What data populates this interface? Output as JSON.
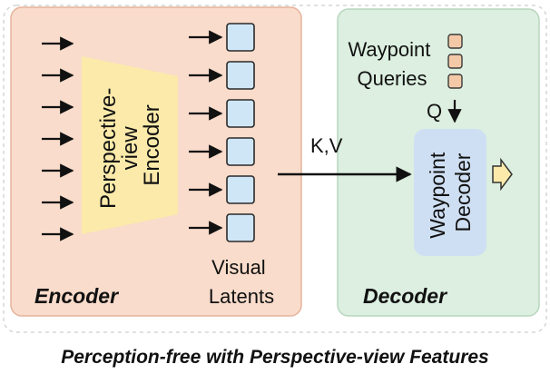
{
  "encoder": {
    "panel_label": "Encoder",
    "trapezoid_lines": [
      "Perspective-",
      "view",
      "Encoder"
    ],
    "latents_label_lines": [
      "Visual",
      "Latents"
    ],
    "input_arrow_count": 7,
    "latent_count": 6
  },
  "decoder": {
    "panel_label": "Decoder",
    "query_label_lines": [
      "Waypoint",
      "Queries"
    ],
    "query_count": 3,
    "q_label": "Q",
    "block_lines": [
      "Waypoint",
      "Decoder"
    ]
  },
  "connection_label": "K,V",
  "caption": "Perception-free with Perspective-view Features",
  "colors": {
    "encoder_panel": "#f9dccb",
    "encoder_border": "#e6b39b",
    "decoder_panel": "#dcefe0",
    "decoder_border": "#b7d6bd",
    "trapezoid": "#fbeaaa",
    "latent": "#cfe6f7",
    "latent_border": "#2a2a2a",
    "query": "#f4c9a8",
    "decoder_block": "#cfdff3",
    "output_arrow": "#fbeaaa"
  }
}
